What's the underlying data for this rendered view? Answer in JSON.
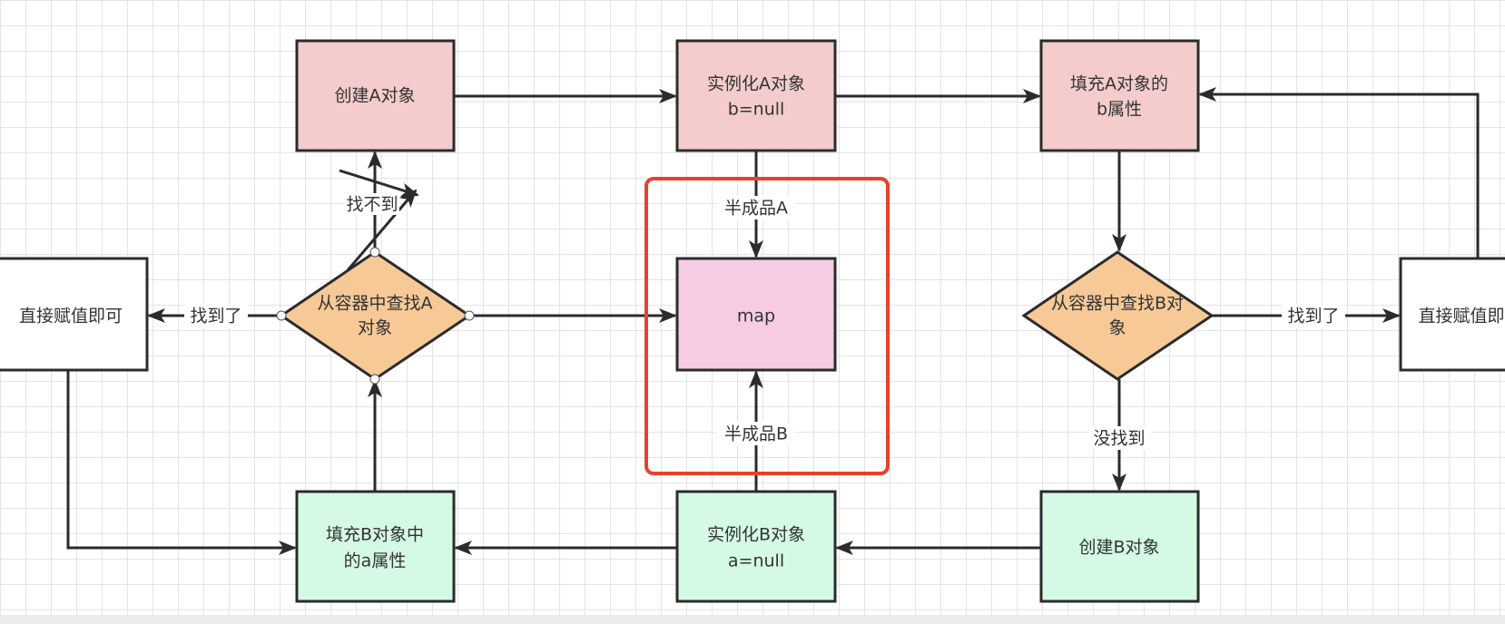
{
  "nodes": {
    "create_a": "创建A对象",
    "instantiate_a": {
      "line1": "实例化A对象",
      "line2": "b=null"
    },
    "fill_a": {
      "line1": "填充A对象的",
      "line2": "b属性"
    },
    "lookup_a": {
      "line1": "从容器中查找A",
      "line2": "对象"
    },
    "lookup_b": {
      "line1": "从容器中查找B对",
      "line2": "象"
    },
    "assign_left": "直接赋值即可",
    "assign_right": "直接赋值即",
    "map": "map",
    "fill_b": {
      "line1": "填充B对象中",
      "line2": "的a属性"
    },
    "instantiate_b": {
      "line1": "实例化B对象",
      "line2": "a=null"
    },
    "create_b": "创建B对象"
  },
  "edge_labels": {
    "not_found_crossed": "找不到",
    "half_a": "半成品A",
    "half_b": "半成品B",
    "found_left": "找到了",
    "found_right": "找到了",
    "not_found_b": "没找到"
  },
  "colors": {
    "pink": "#f4cccc",
    "map": "#f6cce4",
    "orange": "#f6c997",
    "green": "#d4f9e4",
    "highlight": "#e8412c"
  }
}
